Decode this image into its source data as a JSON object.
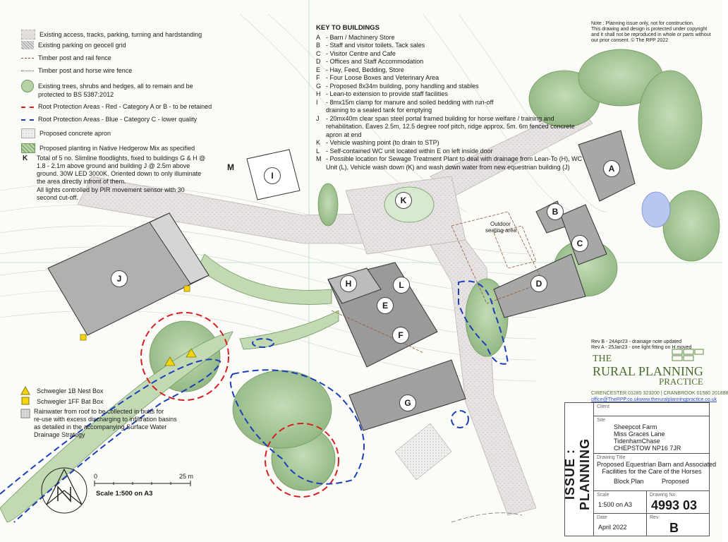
{
  "legend": [
    {
      "label": "Existing access, tracks, parking, turning and hardstanding",
      "swatch": "hatch-pink"
    },
    {
      "label": "Existing parking on geocell grid",
      "swatch": "geocell"
    },
    {
      "label": "Timber post and rail fence",
      "swatch": "dash-line"
    },
    {
      "label": "Timber post and horse wire fence",
      "swatch": "dot-line"
    },
    {
      "label": "Existing trees, shrubs and hedges, all to remain and be",
      "label2": "protected to BS 5387:2012",
      "swatch": "tree"
    },
    {
      "label": "Root Protection Areas - Red - Category A or B - to be retained",
      "swatch": "red-dash"
    },
    {
      "label": "Root Protection Areas - Blue - Category C - lower quality",
      "swatch": "blue-dash"
    },
    {
      "label": "Proposed concrete apron",
      "swatch": "concrete"
    },
    {
      "label": "Proposed planting in Native Hedgerow Mix as specified",
      "swatch": "hedgerow"
    }
  ],
  "lights_note": {
    "symbol": "K",
    "lines": [
      "Total of 5 no. Slimline floodlights, fixed to buildings G & H @",
      "1.8 - 2.1m above ground and building J @ 2.5m above",
      "ground. 30W LED 3000K. Oriented down to only illuminate",
      "the area directly infront of them.",
      "All lights controlled by PIR movement sensor with 30",
      "second cut-off."
    ]
  },
  "key_to_buildings": {
    "heading": "KEY TO BUILDINGS",
    "items": [
      {
        "letter": "A",
        "desc": "- Barn / Machinery Store"
      },
      {
        "letter": "B",
        "desc": "- Staff and visitor toilets. Tack sales"
      },
      {
        "letter": "C",
        "desc": "- Visitor Centre and Cafe"
      },
      {
        "letter": "D",
        "desc": "- Offices and Staff Accommodation"
      },
      {
        "letter": "E",
        "desc": "- Hay, Feed, Bedding, Store"
      },
      {
        "letter": "F",
        "desc": "- Four Loose Boxes and Veterinary Area"
      },
      {
        "letter": "G",
        "desc": "- Proposed 8x34m building, pony handling and stables"
      },
      {
        "letter": "H",
        "desc": "- Lean-to extension to provide staff facilities"
      },
      {
        "letter": "I",
        "desc": "- 8mx15m clamp for manure and soiled bedding with run-off draining to a sealed tank for emptying"
      },
      {
        "letter": "J",
        "desc": "- 20mx40m clear span steel portal framed building for horse welfare / training and rehabilitation. Eaves 2.5m, 12.5 degree roof pitch, ridge approx. 5m. 6m fenced concrete apron at end"
      },
      {
        "letter": "K",
        "desc": "- Vehicle washing point (to drain to STP)"
      },
      {
        "letter": "L",
        "desc": "- Self-contained WC unit located within E on left inside door"
      },
      {
        "letter": "M",
        "desc": "- Possible location for Sewage Treatment Plant to deal with drainage from Lean-To (H), WC Unit (L), Vehicle wash down (K) and wash down water from new equestrian building (J)"
      }
    ]
  },
  "note": {
    "lines": [
      "Note : Planning issue only, not for construction.",
      "This drawing and design is protected under copyright",
      "and it shall not be reproduced in whole or parts without",
      "our prior consent. © The RPP 2022"
    ]
  },
  "revisions": [
    "Rev B - 24Apr23 - drainage note updated",
    "Rev A - 25Jan23 - one light fitting on H moved"
  ],
  "bird_box": {
    "nest": "Schwegler 1B Nest Box",
    "bat": "Schwegler 1FF Bat Box"
  },
  "rainwater_note": [
    "Rainwater from roof to be collected in butts for",
    "re-use with excess discharging to infiltration basins",
    "as detailed in the accompanying Surface Water",
    "Drainage Strategy"
  ],
  "scale_bar": {
    "zero": "0",
    "end": "25 m",
    "caption": "Scale 1:500 on A3"
  },
  "map_labels": {
    "outdoor_seating": [
      "Outdoor",
      "seating area"
    ],
    "buildings": [
      "A",
      "B",
      "C",
      "D",
      "E",
      "F",
      "G",
      "H",
      "I",
      "J",
      "K",
      "L",
      "M"
    ]
  },
  "title_block": {
    "firm_line1": "THE",
    "firm_line2": "RURAL PLANNING",
    "firm_line3": "PRACTICE",
    "contact": "CIRENCESTER 01285 323200 | CRANBROOK 01580 201888",
    "email": "office@TheRPP.co.uk",
    "web": "www.theruralplanningpractice.co.uk",
    "issue_stamp": "ISSUE : PLANNING",
    "client_label": "Client",
    "site_label": "Site",
    "site_lines": [
      "Sheepcot Farm",
      "Miss Graces Lane",
      "TidenhamChase",
      "CHEPSTOW NP16 7JR"
    ],
    "drawing_title_label": "Drawing Title",
    "drawing_title_lines": [
      "Proposed Equestrian Barn and Associated",
      "Facilities for the Care of the Horses"
    ],
    "drawing_type": "Block Plan",
    "drawing_status": "Proposed",
    "scale_label": "Scale",
    "scale_value": "1:500 on A3",
    "drawing_no_label": "Drawing No.",
    "drawing_no": "4993 03",
    "date_label": "Date",
    "date_value": "April 2022",
    "rev_label": "Rev",
    "rev_value": "B"
  },
  "colors": {
    "red_rpa": "#d42020",
    "blue_rpa": "#1a3fb8",
    "tree_green": "#a9c99a",
    "building_grey": "#8f8f8f",
    "track": "#d8d3d3",
    "brand_green": "#5c8a3a"
  }
}
